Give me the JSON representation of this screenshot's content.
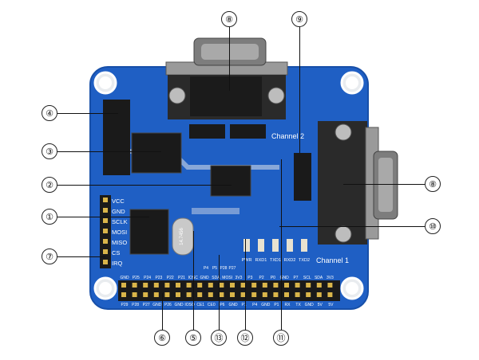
{
  "board": {
    "channel_labels": [
      "Channel 2",
      "Channel 1"
    ],
    "header_left_labels": [
      "VCC",
      "GND",
      "SCLK",
      "MOSI",
      "MISO",
      "CS",
      "IRQ"
    ],
    "led_labels": [
      "PWR",
      "RXD1",
      "TXD1",
      "RXD2",
      "TXD2"
    ],
    "pin_labels_top": [
      "GND",
      "P25",
      "P24",
      "P23",
      "P22",
      "P21",
      "IOSC",
      "GND",
      "SDA",
      "MOSI",
      "3V3",
      "P3",
      "P2",
      "P0",
      "GND",
      "P7",
      "SCL",
      "SDA",
      "3V3"
    ],
    "pin_labels_bottom": [
      "P29",
      "P28",
      "P27",
      "GND",
      "P26",
      "GND",
      "IOSO",
      "CE1",
      "CE0",
      "P6",
      "GND",
      "P1",
      "P4",
      "GND",
      "P1",
      "RX",
      "TX",
      "GND",
      "5V",
      "5V"
    ],
    "jumper_labels": [
      "P4",
      "P5",
      "P28",
      "P27"
    ],
    "crystal_label": "14.7456"
  },
  "callouts": [
    "①",
    "②",
    "③",
    "④",
    "⑤",
    "⑥",
    "⑦",
    "⑧",
    "⑨",
    "⑩",
    "⑪",
    "⑫",
    "⑬"
  ],
  "colors": {
    "pcb": "#1f5fc4",
    "pcb_edge": "#174fa8",
    "connector_metal": "#8e8e8e",
    "chip": "#1a1a1a"
  }
}
